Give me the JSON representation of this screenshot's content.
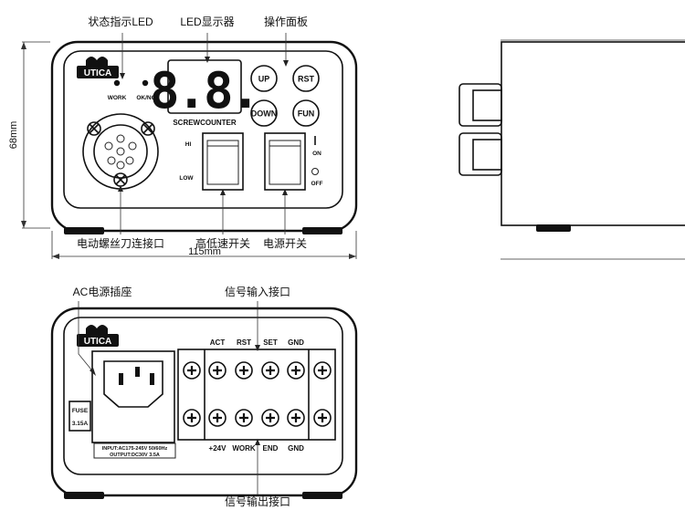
{
  "front": {
    "callouts": {
      "status_leds": "状态指示LED",
      "led_display": "LED显示器",
      "control_panel": "操作面板",
      "motor_connector": "电动螺丝刀连接口",
      "speed_switch": "高低速开关",
      "power_switch": "电源开关"
    },
    "logo": "UTICA",
    "led_labels": [
      "WORK",
      "OK/NG"
    ],
    "display_digits": "8.8.",
    "display_caption": "SCREWCOUNTER",
    "buttons": [
      "UP",
      "RST",
      "DOWN",
      "FUN"
    ],
    "speed_labels": {
      "high": "HI",
      "low": "LOW"
    },
    "power_labels": {
      "on": "ON",
      "off": "OFF"
    },
    "height_dim": "68mm",
    "width_dim": "115mm"
  },
  "back": {
    "callouts": {
      "ac_socket": "AC电源插座",
      "signal_input": "信号输入接口",
      "signal_output": "信号输出接口"
    },
    "logo": "UTICA",
    "fuse": [
      "FUSE",
      "3.15A"
    ],
    "ratings": [
      "INPUT:AC175-245V 50/60Hz",
      "OUTPUT:DC30V 3.5A"
    ],
    "top_terminals": [
      "ACT",
      "RST",
      "SET",
      "GND"
    ],
    "bottom_terminals": [
      "+24V",
      "WORK",
      "END",
      "GND"
    ]
  }
}
